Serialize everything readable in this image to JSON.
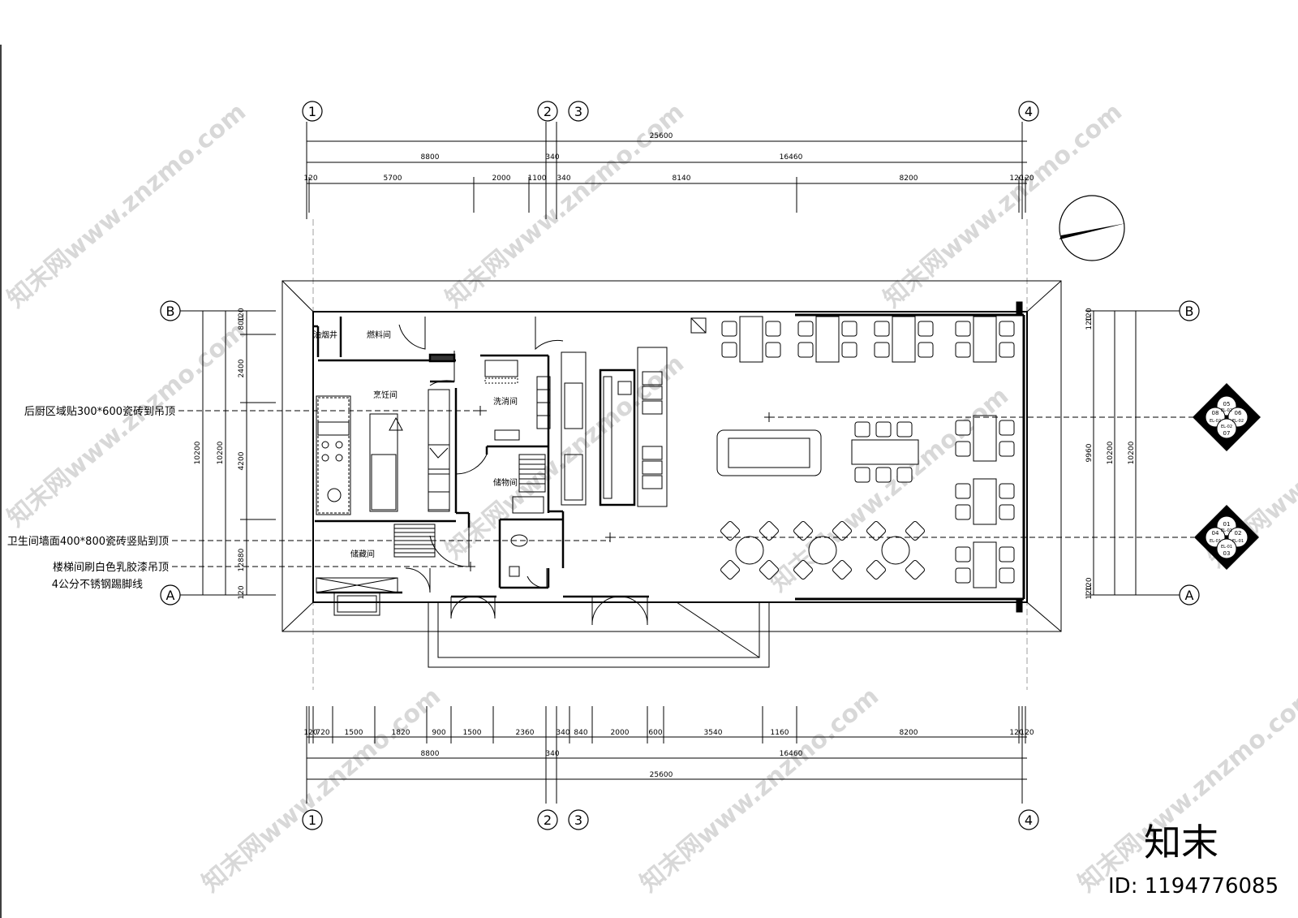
{
  "grid_top": [
    "1",
    "2",
    "3",
    "4"
  ],
  "grid_side": [
    "B",
    "A"
  ],
  "dims_top": {
    "total": "25600",
    "row2": [
      "8800",
      "340",
      "16460"
    ],
    "row3": [
      "120",
      "5700",
      "2000",
      "1100",
      "340",
      "8140",
      "8200",
      "120",
      "120"
    ]
  },
  "dims_bottom": {
    "row1": [
      "120",
      "720",
      "1500",
      "1820",
      "900",
      "1500",
      "2360",
      "340",
      "840",
      "2000",
      "600",
      "3540",
      "1160",
      "8200",
      "120",
      "120"
    ],
    "row2": [
      "8800",
      "340",
      "16460"
    ],
    "total": "25600"
  },
  "dims_left": {
    "outer": "10200",
    "mid": "10200",
    "inner": [
      "120",
      "800",
      "2400",
      "4200",
      "12880",
      "120"
    ]
  },
  "dims_right": {
    "inner": [
      "120",
      "120",
      "9960",
      "120",
      "120"
    ],
    "mid": "10200",
    "outer": "10200"
  },
  "rooms": {
    "fume_shaft": "油烟井",
    "fuel_room": "燃料间",
    "cooking_room": "烹饪间",
    "dish_room": "洗消间",
    "storage_room": "储物间",
    "store_room": "储藏间"
  },
  "notes": [
    "后厨区域贴300*600瓷砖到吊顶",
    "卫生间墙面400*800瓷砖竖贴到顶",
    "楼梯间刷白色乳胶漆吊顶",
    "4公分不锈钢踢脚线"
  ],
  "elevation_tags": [
    {
      "top": "05",
      "left": "08",
      "right": "06",
      "bottom": "07",
      "lt": "EL-02",
      "rt": "EL-02",
      "lb": "EL-02",
      "rb": "EL-02"
    },
    {
      "top": "01",
      "left": "04",
      "right": "02",
      "bottom": "03",
      "lt": "EL-01",
      "rt": "EL-01",
      "lb": "EL-01",
      "rb": "EL-01"
    }
  ],
  "watermark": {
    "logo": "知末",
    "id": "ID: 1194776085",
    "pattern": "知末网www.znzmo.com"
  }
}
